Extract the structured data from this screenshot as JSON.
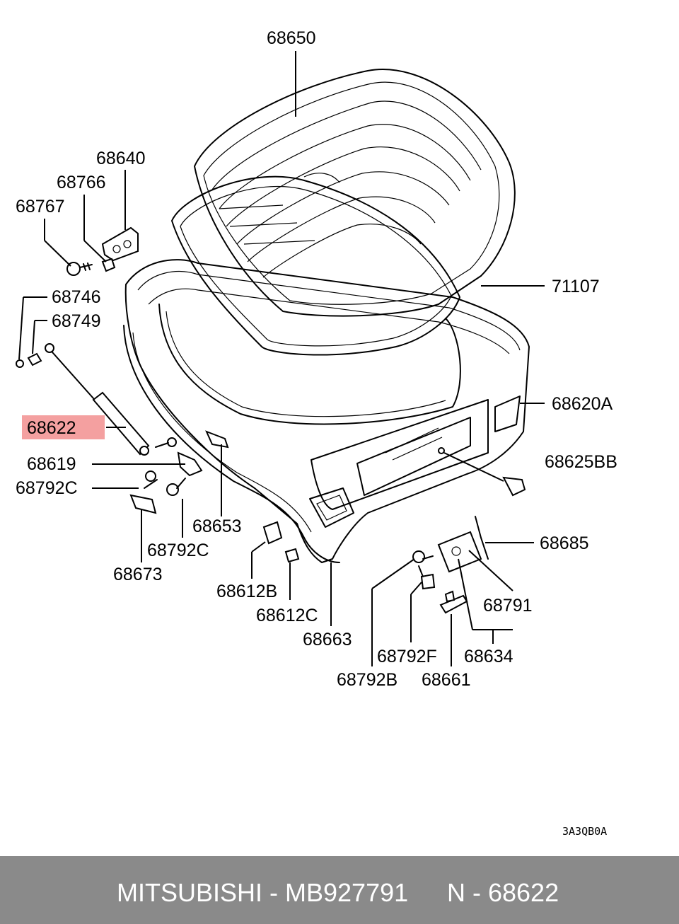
{
  "labels": {
    "p68650": "68650",
    "p68640": "68640",
    "p68766": "68766",
    "p68767": "68767",
    "p71107": "71107",
    "p68746": "68746",
    "p68749": "68749",
    "p68620A": "68620A",
    "p68622": "68622",
    "p68619": "68619",
    "p68625BB": "68625BB",
    "p68792C_a": "68792C",
    "p68653": "68653",
    "p68685": "68685",
    "p68792C_b": "68792C",
    "p68673": "68673",
    "p68612B": "68612B",
    "p68791": "68791",
    "p68612C": "68612C",
    "p68663": "68663",
    "p68792F": "68792F",
    "p68634": "68634",
    "p68792B": "68792B",
    "p68661": "68661"
  },
  "highlight": {
    "part": "68622",
    "color": "#f4a0a0"
  },
  "diagram_code": "3A3QB0A",
  "footer": {
    "brand_part": "MITSUBISHI - MB927791",
    "ref": "N - 68622",
    "background": "#8a8a8a"
  }
}
